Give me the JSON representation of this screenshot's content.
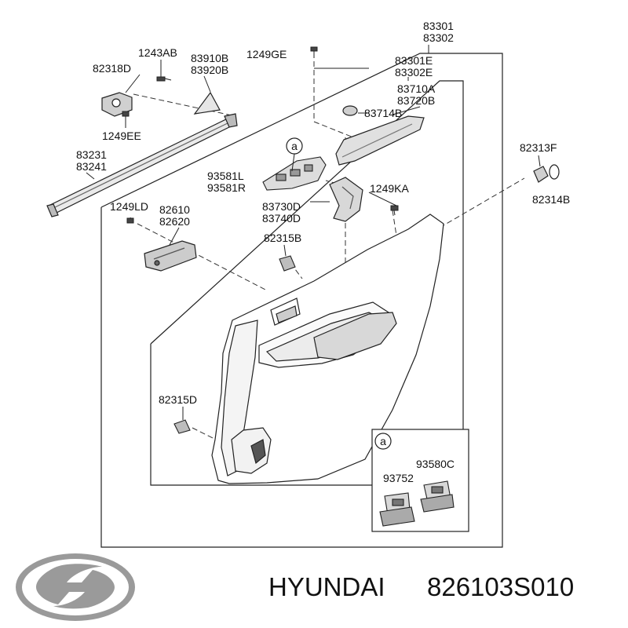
{
  "labels": {
    "l83301": "83301",
    "l83302": "83302",
    "l1243AB": "1243AB",
    "l83910B": "83910B",
    "l83920B": "83920B",
    "l1249GE": "1249GE",
    "l83301E": "83301E",
    "l83302E": "83302E",
    "l82318D": "82318D",
    "l83710A": "83710A",
    "l83720B": "83720B",
    "l83714B": "83714B",
    "l1249EE": "1249EE",
    "l83231": "83231",
    "l83241": "83241",
    "l82313F": "82313F",
    "l93581L": "93581L",
    "l93581R": "93581R",
    "l1249KA": "1249KA",
    "l82314B": "82314B",
    "l1249LD": "1249LD",
    "l82610": "82610",
    "l82620": "82620",
    "l83730D": "83730D",
    "l83740D": "83740D",
    "l82315B": "82315B",
    "l82315D": "82315D",
    "l93580C": "93580C",
    "l93752": "93752"
  },
  "callouts": {
    "main": "a",
    "detail": "a"
  },
  "footer": {
    "brand": "HYUNDAI",
    "part_number": "826103S010"
  }
}
